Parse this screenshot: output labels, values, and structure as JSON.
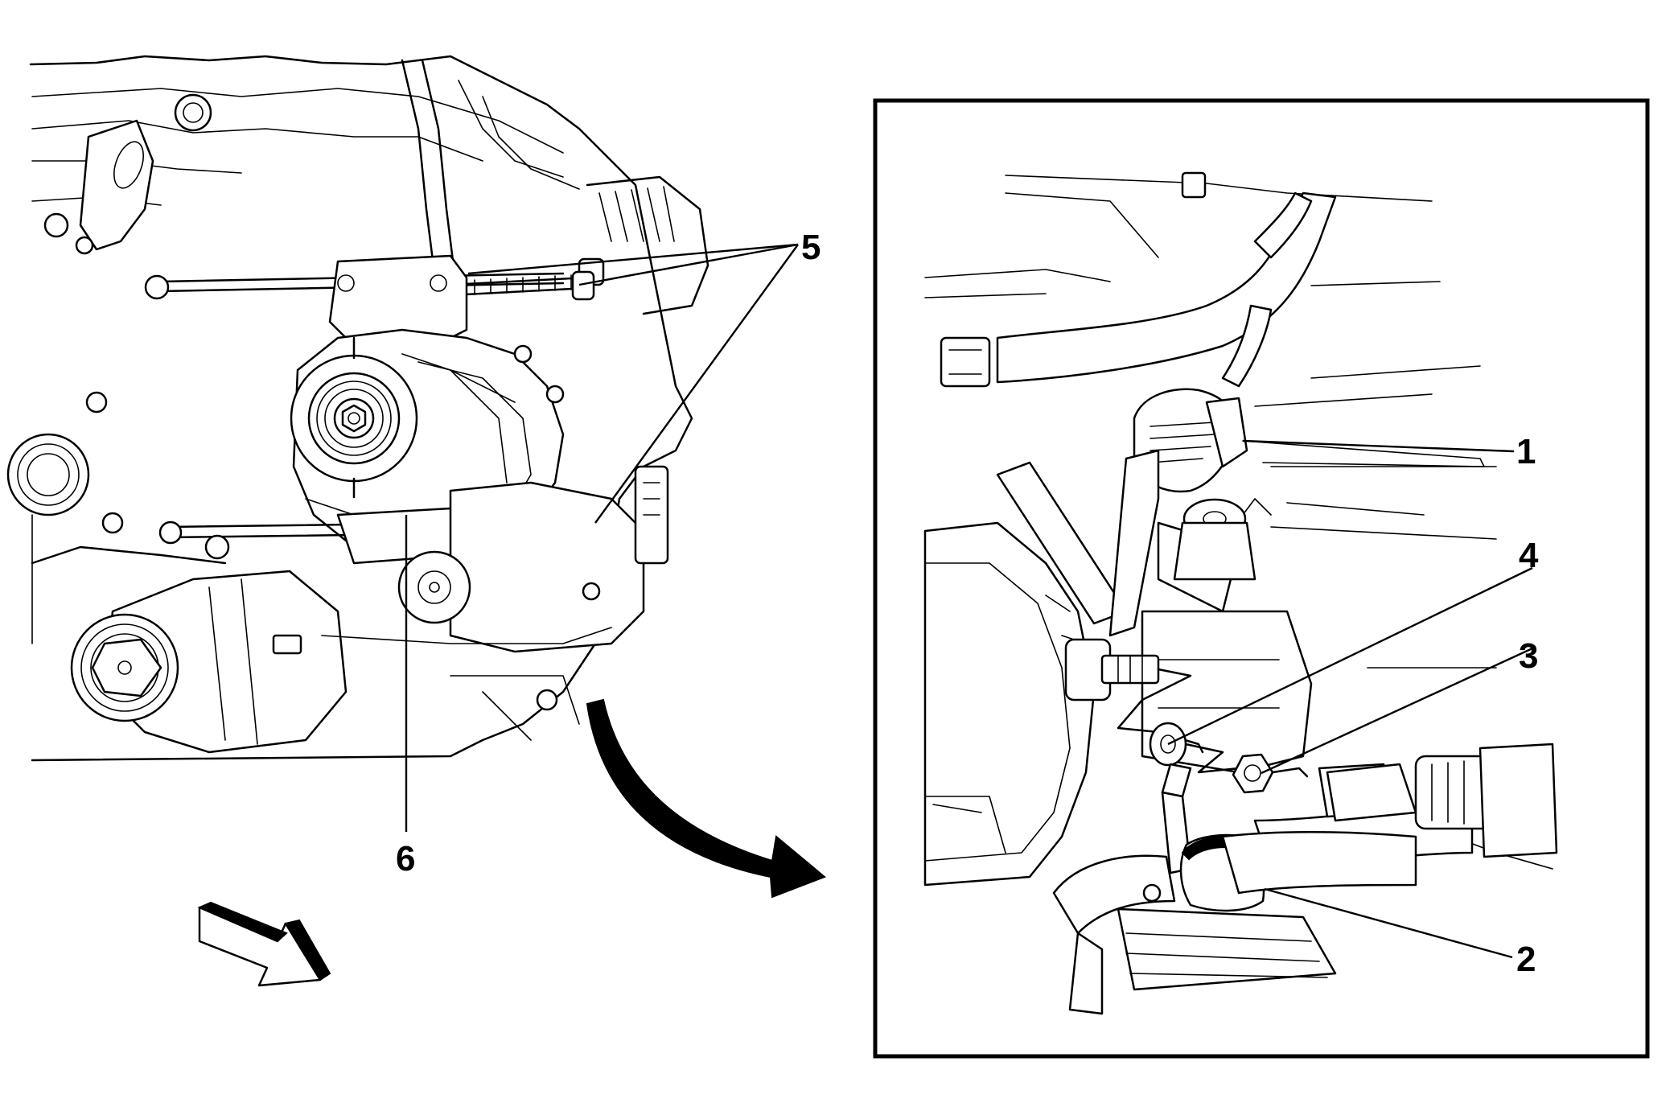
{
  "colors": {
    "line": "#000000",
    "background": "#ffffff"
  },
  "icons": {
    "view_arrow": "curved-arrow-icon",
    "direction_arrow": "forward-direction-arrow-icon"
  },
  "callouts": {
    "c1": "1",
    "c2": "2",
    "c3": "3",
    "c4": "4",
    "c5": "5",
    "c6": "6"
  }
}
